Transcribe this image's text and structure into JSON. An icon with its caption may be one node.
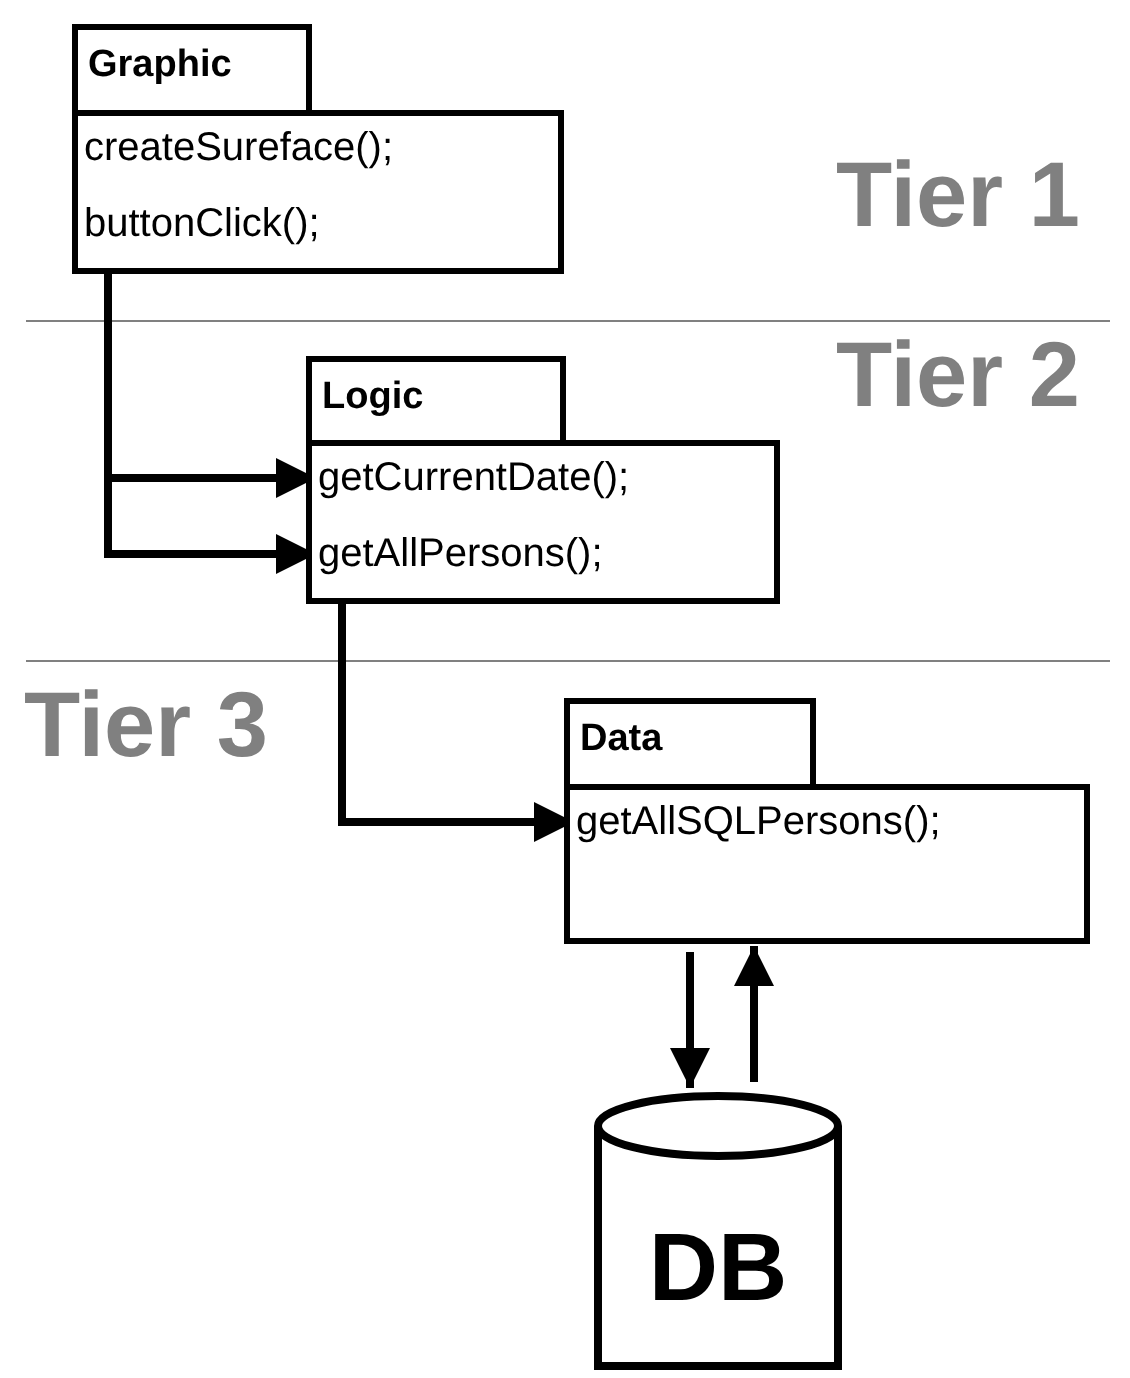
{
  "diagram": {
    "nodes": [
      {
        "text": [
          "Graphic"
        ]
      },
      {
        "text": [
          "createSureface();"
        ],
        "in": 0
      },
      {
        "text": [
          "buttonClick();"
        ],
        "in": 0
      },
      {
        "text": [
          "Logic"
        ]
      },
      {
        "text": [
          "getCurrentDate();"
        ],
        "in": 3
      },
      {
        "text": [
          "getAllPersons();"
        ],
        "in": 3
      },
      {
        "text": [
          "Data"
        ]
      },
      {
        "text": [
          "getAllSQLPersons();"
        ],
        "in": 6
      },
      {
        "text": [
          "DB"
        ]
      }
    ],
    "edges": [
      {
        "from": 2,
        "to": 4,
        "arrow": "to"
      },
      {
        "from": 2,
        "to": 5,
        "arrow": "to"
      },
      {
        "from": 5,
        "to": 7,
        "arrow": "to"
      },
      {
        "from": 6,
        "to": 8,
        "arrow": "to"
      },
      {
        "from": 8,
        "to": 6,
        "arrow": "to"
      }
    ],
    "labels": [
      "Tier 1",
      "Tier 2",
      "Tier 3"
    ]
  }
}
